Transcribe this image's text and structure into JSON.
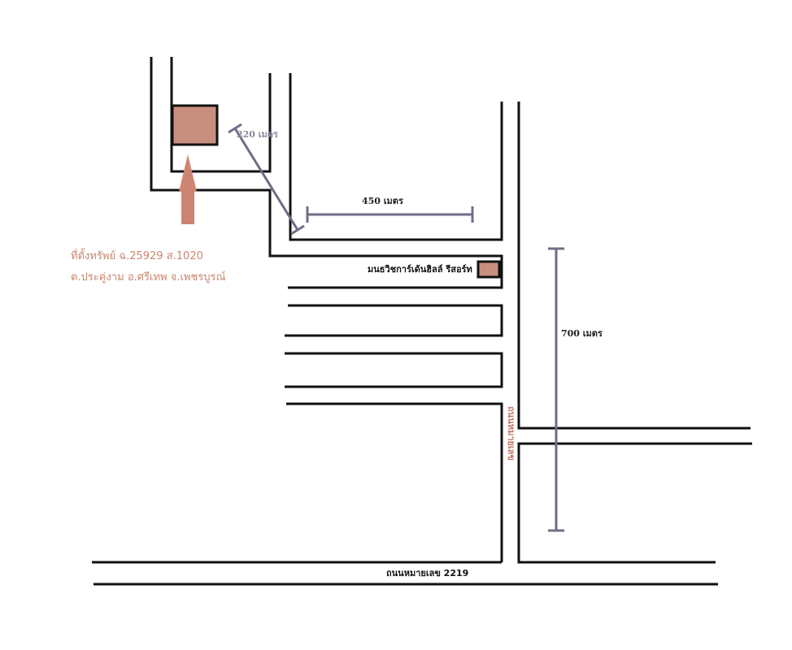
{
  "colors": {
    "road": "#111111",
    "measure": "#6e6e86",
    "property_fill": "#c98f7e",
    "arrow": "#cd8470",
    "location_text": "#c9866f"
  },
  "distances": {
    "d220": "220 เมตร",
    "d450": "450 เมตร",
    "d700": "700 เมตร"
  },
  "location": {
    "line1": "ที่ตั้งทรัพย์ ฉ.25929 ส.1020",
    "line2": "ต.ประคู่งาม อ.ศรีเทพ จ.เพชรบูรณ์"
  },
  "landmark": {
    "resort": "มนธวิชการ์เด้นฮิลล์ รีสอร์ท"
  },
  "roads": {
    "highway": "ถนนหมายเลข 2219",
    "side_road": "ถนนหมายเลข"
  },
  "icons": [
    "up-arrow-icon"
  ]
}
